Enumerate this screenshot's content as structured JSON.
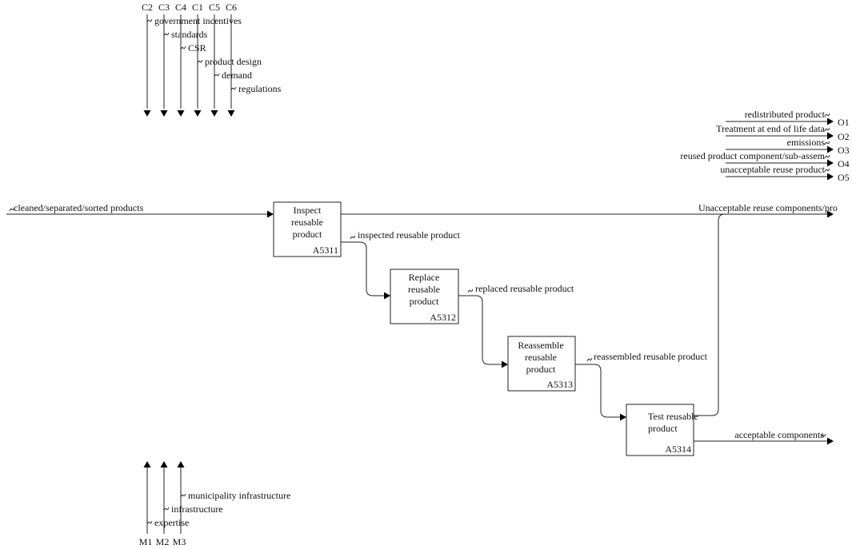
{
  "controls": {
    "codes": [
      "C2",
      "C3",
      "C4",
      "C1",
      "C5",
      "C6"
    ],
    "labels": [
      "government incentives",
      "standards",
      "CSR",
      "product design",
      "demand",
      "regulations"
    ]
  },
  "mechanisms": {
    "codes": [
      "M1",
      "M2",
      "M3"
    ],
    "labels": [
      "municipality infrastructure",
      "infrastructure",
      "expertise"
    ]
  },
  "outputs": {
    "codes": [
      "O1",
      "O2",
      "O3",
      "O4",
      "O5"
    ],
    "labels": [
      "redistributed product",
      "Treatment at end of life data",
      "emissions",
      "reused product component/sub-assem",
      "unacceptable reuse product"
    ]
  },
  "input": {
    "label": "cleaned/separated/sorted products"
  },
  "activities": [
    {
      "name": "Inspect\nreusable\nproduct",
      "id": "A5311"
    },
    {
      "name": "Replace\nreusable\nproduct",
      "id": "A5312"
    },
    {
      "name": "Reassemble\nreusable\nproduct",
      "id": "A5313"
    },
    {
      "name": "Test reusable\nproduct",
      "id": "A5314"
    }
  ],
  "flows": {
    "inspected": "inspected reusable product",
    "replaced": "replaced reusable product",
    "reassembled": "reassembled reusable product",
    "unacceptable": "Unacceptable reuse components/pro",
    "acceptable": "acceptable components"
  }
}
